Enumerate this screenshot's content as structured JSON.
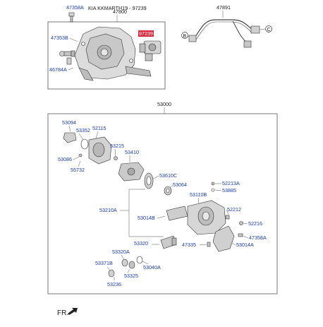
{
  "header": {
    "assembly_number": "47800",
    "model_caption": "KIA KKMARTH19 - 97239",
    "harness_number": "47891"
  },
  "top_parts": {
    "p47358A_top": "47358A",
    "p47353B": "47353B",
    "p46784A": "46784A",
    "p97239": "97239"
  },
  "harness_connectors": {
    "b": "B",
    "c": "C"
  },
  "main": {
    "assembly_number": "53000"
  },
  "parts": {
    "p53094": "53094",
    "p53352": "53352",
    "p52115": "52115",
    "p53086": "53086",
    "p55732": "55732",
    "p53215": "53215",
    "p53410": "53410",
    "p53610C": "53610C",
    "p53064": "53064",
    "p52213A": "52213A",
    "p53885": "53885",
    "p53110B": "53110B",
    "p53210A": "53210A",
    "p53014B": "53014B",
    "p52212": "52212",
    "p52216": "52216",
    "p47358A": "47358A",
    "p53320": "53320",
    "p47335": "47335",
    "p53014A": "53014A",
    "p53320A": "53320A",
    "p53371B": "53371B",
    "p53325": "53325",
    "p53040A": "53040A",
    "p53236": "53236"
  },
  "footer": {
    "front_label": "FR."
  },
  "colors": {
    "part_number_blue": "#1a3fa8",
    "highlight_red": "#d9263a",
    "line_gray": "#555555"
  }
}
